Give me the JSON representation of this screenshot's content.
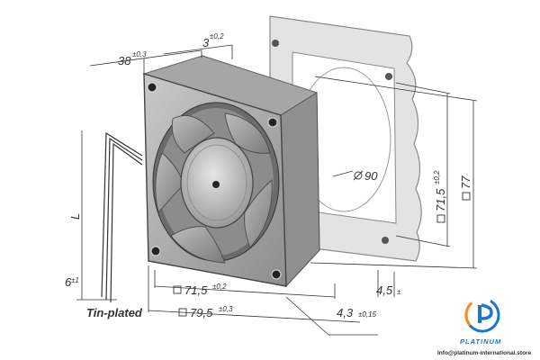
{
  "dimensions": {
    "depth": {
      "value": "38",
      "tol": "±0,3"
    },
    "flange": {
      "value": "3",
      "tol": "±0,2"
    },
    "hole_spacing": {
      "value": "71,5",
      "tol": "±0,2"
    },
    "frame_width": {
      "value": "79,5",
      "tol": "±0,3"
    },
    "diameter": "90",
    "side_hole_spacing": {
      "value": "71,5",
      "tol": "±0,2"
    },
    "side_frame": {
      "value": "77"
    },
    "hole_dia": {
      "value": "4,3",
      "tol": "±0,15"
    },
    "corner": {
      "value": "4,5",
      "tol": "±"
    },
    "lead_length": "L",
    "strip_length": {
      "value": "6",
      "tol": "±1"
    }
  },
  "lead_label": "Tin-plated",
  "brand": {
    "name": "PLATINUM",
    "website": "Info@platinum-international.store",
    "colors": {
      "blue": "#1f75c9",
      "orange": "#ff8a1a"
    }
  }
}
